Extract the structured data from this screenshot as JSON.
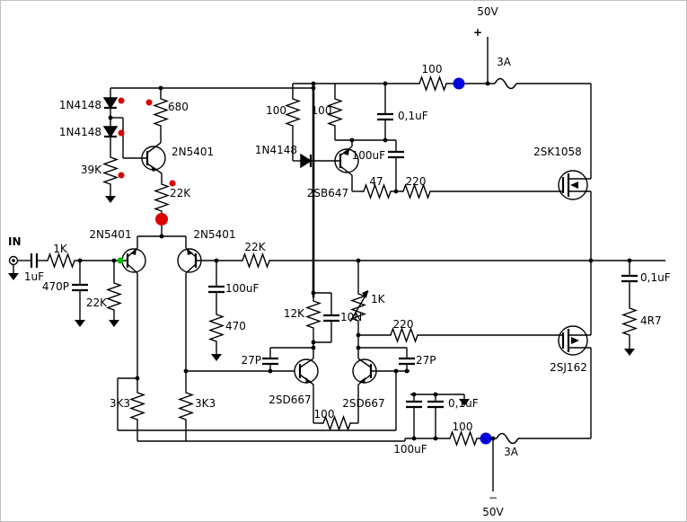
{
  "meta": {
    "title": "MOSFET power amplifier schematic",
    "type": "circuit-diagram"
  },
  "colors": {
    "wire": "#000000",
    "background": "#ffffff",
    "junction_blue": "#0000dd",
    "marker_red": "#dd0000",
    "marker_green": "#00bb00"
  },
  "power": {
    "positive_rail": "50V",
    "plus_sign": "+",
    "negative_rail": "50V",
    "minus_sign": "−",
    "fuse_top": "3A",
    "fuse_bottom": "3A"
  },
  "input": {
    "label": "IN"
  },
  "semiconductors": {
    "d1": "1N4148",
    "d2": "1N4148",
    "d3": "1N4148",
    "q_current_source": "2N5401",
    "q_ltp_left": "2N5401",
    "q_ltp_right": "2N5401",
    "q_vas": "2SB647",
    "q_driver_left": "2SD667",
    "q_driver_right": "2SD667",
    "nfet": "2SK1058",
    "pfet": "2SJ162"
  },
  "resistors": {
    "r_rail_top": "100",
    "r_rail_bottom": "100",
    "r680": "680",
    "r39k": "39K",
    "r22k_tail": "22K",
    "r100_a": "100",
    "r100_b": "100",
    "r47": "47",
    "r220_top": "220",
    "r220_bottom": "220",
    "r1k_input": "1K",
    "r22k_input": "22K",
    "r22k_feedback": "22K",
    "r470": "470",
    "r12k": "12K",
    "r1k_trimmer": "1K",
    "r3k3_left": "3K3",
    "r3k3_right": "3K3",
    "r100_drivers": "100",
    "r4r7": "4R7"
  },
  "capacitors": {
    "c1uf_input": "1uF",
    "c470p": "470P",
    "c100uf_feedback": "100uF",
    "c01uf_top": "0,1uF",
    "c100uf_vas": "100uF",
    "c10n": "10N",
    "c27p_left": "27P",
    "c27p_right": "27P",
    "c100uf_bottom": "100uF",
    "c01uf_bottom": "0,1uF",
    "c01uf_output": "0,1uF"
  }
}
